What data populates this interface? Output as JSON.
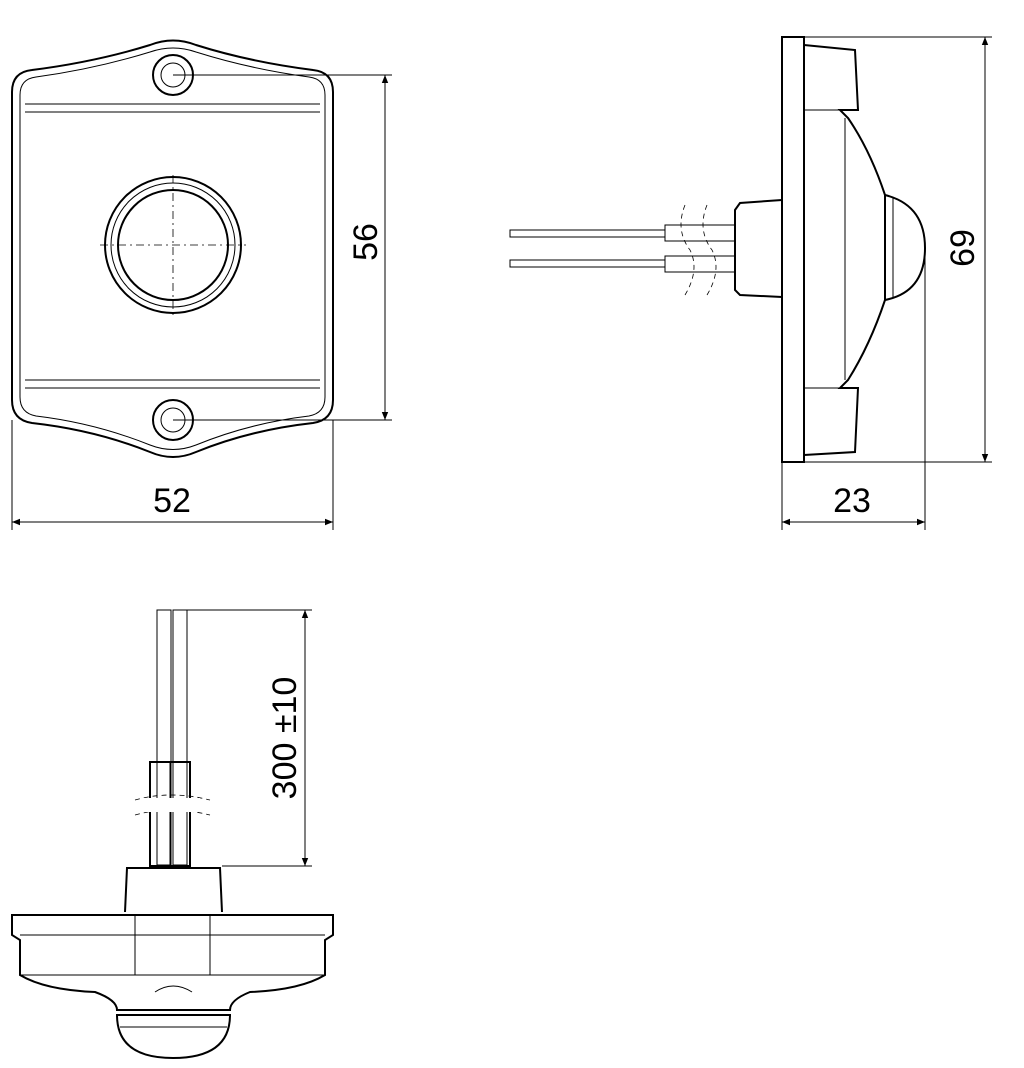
{
  "drawing": {
    "dimensions": {
      "width_front": "52",
      "hole_spacing": "56",
      "height_side": "69",
      "depth_side": "23",
      "cable_length": "300 ±10"
    }
  }
}
